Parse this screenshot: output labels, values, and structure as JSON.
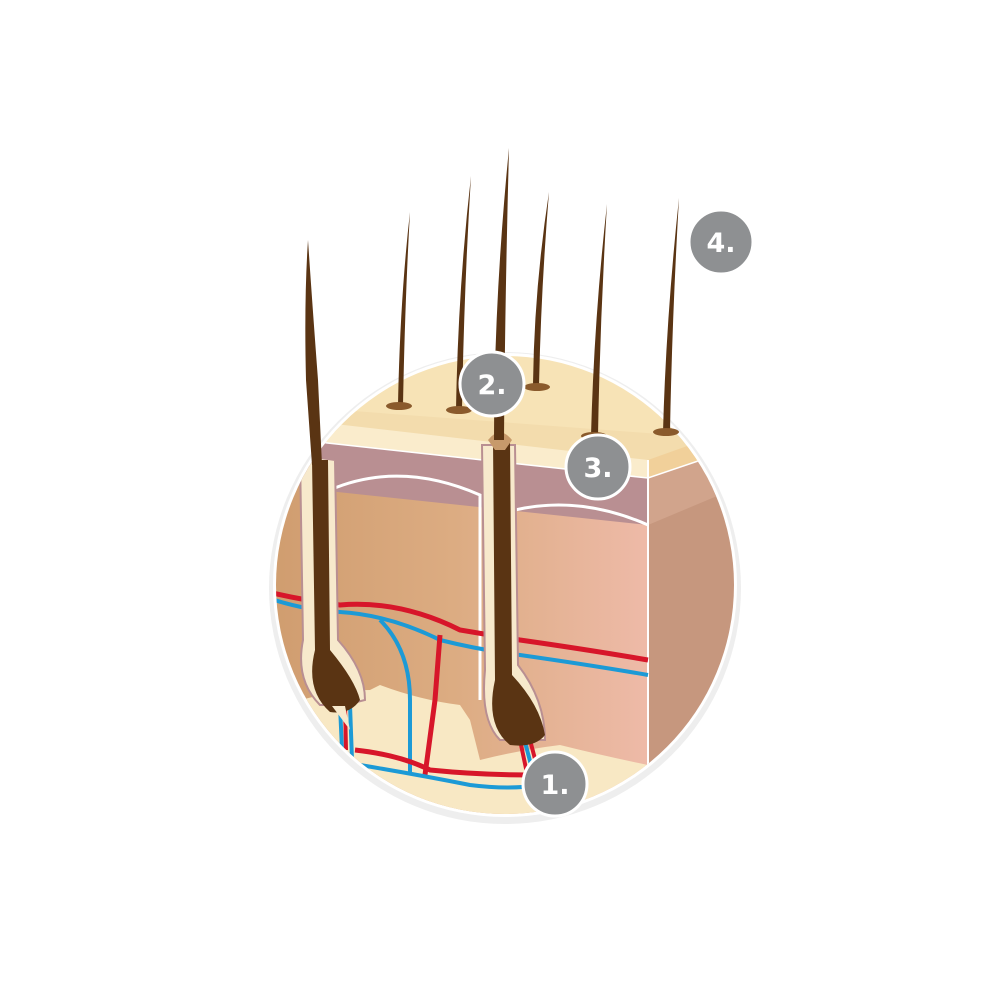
{
  "colors": {
    "hair": "#5a3413",
    "artery": "#d7162a",
    "vein": "#1c9ad6",
    "badge": "#8e9092",
    "epidermis_top": "#f9e9c2",
    "dermis_pink": "#b98f92",
    "dermis": "#d9a97e",
    "subcutis": "#f7e5c0"
  },
  "markers": [
    {
      "label": "1.",
      "target": "hair-bulb"
    },
    {
      "label": "2.",
      "target": "follicle-opening"
    },
    {
      "label": "3.",
      "target": "skin-surface"
    },
    {
      "label": "4.",
      "target": "hair-shaft"
    }
  ]
}
